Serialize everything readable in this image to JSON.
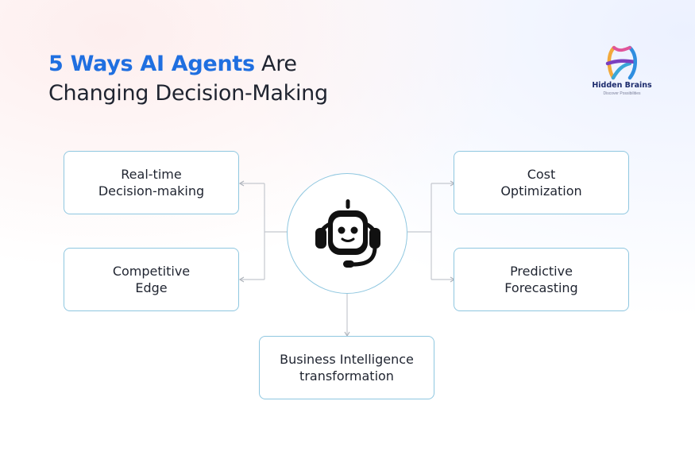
{
  "title": {
    "highlight": "5 Ways AI Agents",
    "rest_line1": " Are",
    "line2": "Changing Decision-Making"
  },
  "logo": {
    "brand": "Hidden Brains",
    "tagline": "Discover Possibilities"
  },
  "hub": {
    "icon": "robot-headset-icon"
  },
  "nodes": {
    "realtime": {
      "line1": "Real-time",
      "line2": "Decision-making"
    },
    "competitive": {
      "line1": "Competitive",
      "line2": "Edge"
    },
    "cost": {
      "line1": "Cost",
      "line2": "Optimization"
    },
    "predictive": {
      "line1": "Predictive",
      "line2": "Forecasting"
    },
    "bi": {
      "line1": "Business Intelligence",
      "line2": "transformation"
    }
  },
  "colors": {
    "title_highlight": "#1f6fe0",
    "title_text": "#1f2430",
    "box_border": "#8fc7e0",
    "connector": "#c4c8cf"
  }
}
